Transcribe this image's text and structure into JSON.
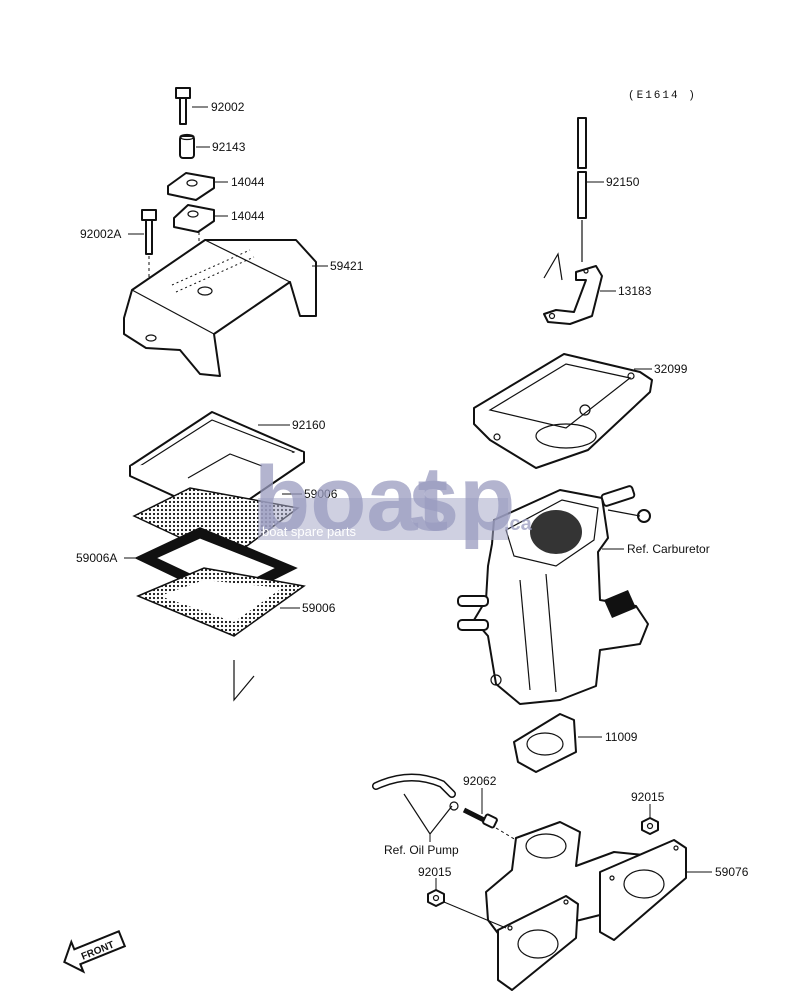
{
  "diagram": {
    "code": "(E1614 )",
    "parts": {
      "p92002": "92002",
      "p92143": "92143",
      "p14044a": "14044",
      "p14044b": "14044",
      "p92002A": "92002A",
      "p59421": "59421",
      "p92150": "92150",
      "p13183": "13183",
      "p32099": "32099",
      "p92160": "92160",
      "p59006a": "59006",
      "p59006A": "59006A",
      "p59006b": "59006",
      "p11009": "11009",
      "p92062": "92062",
      "p92015a": "92015",
      "p92015b": "92015",
      "p59076": "59076"
    },
    "references": {
      "carburetor": "Ref. Carburetor",
      "oil_pump": "Ref. Oil Pump"
    },
    "front_arrow": "FRONT"
  },
  "watermark": {
    "brand_left": "boat",
    "brand_right": "sp",
    "brand_suffix": ".ca",
    "tagline": "boat spare parts"
  },
  "colors": {
    "ink": "#111111",
    "watermark": "#9a9cc0",
    "watermark_band": "#a8aac8"
  }
}
